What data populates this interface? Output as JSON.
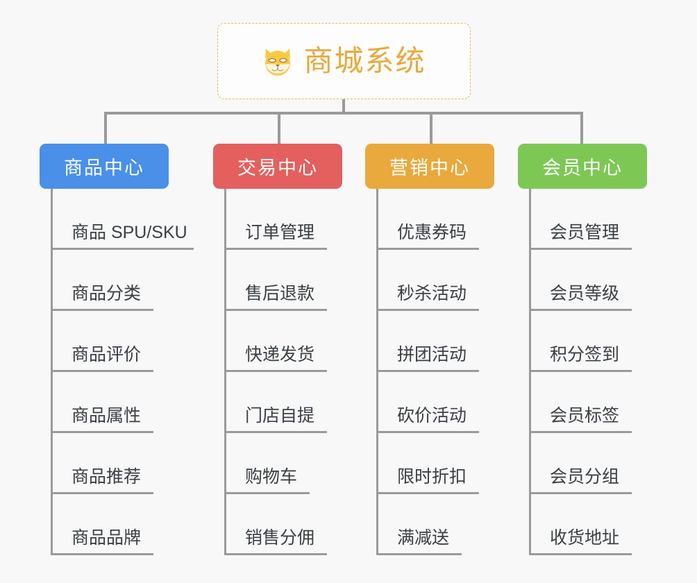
{
  "background_color": "#f8f8f9",
  "connector_color": "#9a9a9a",
  "root": {
    "title": "商城系统",
    "icon": "shiba-inu-dog-face-emoji",
    "icon_glyph": "🐕",
    "title_color": "#e8a93c",
    "border_color": "#e8b756",
    "border_style": "dashed"
  },
  "branches": [
    {
      "label": "商品中心",
      "color": "#4a90e8",
      "items": [
        {
          "label": "商品 SPU/SKU",
          "rule_width": 206
        },
        {
          "label": "商品分类",
          "rule_width": 148
        },
        {
          "label": "商品评价",
          "rule_width": 148
        },
        {
          "label": "商品属性",
          "rule_width": 148
        },
        {
          "label": "商品推荐",
          "rule_width": 148
        },
        {
          "label": "商品品牌",
          "rule_width": 148
        }
      ]
    },
    {
      "label": "交易中心",
      "color": "#e3605e",
      "items": [
        {
          "label": "订单管理",
          "rule_width": 148
        },
        {
          "label": "售后退款",
          "rule_width": 148
        },
        {
          "label": "快递发货",
          "rule_width": 148
        },
        {
          "label": "门店自提",
          "rule_width": 148
        },
        {
          "label": "购物车",
          "rule_width": 123
        },
        {
          "label": "销售分佣",
          "rule_width": 148
        }
      ]
    },
    {
      "label": "营销中心",
      "color": "#e9a93c",
      "items": [
        {
          "label": "优惠券码",
          "rule_width": 148
        },
        {
          "label": "秒杀活动",
          "rule_width": 148
        },
        {
          "label": "拼团活动",
          "rule_width": 148
        },
        {
          "label": "砍价活动",
          "rule_width": 148
        },
        {
          "label": "限时折扣",
          "rule_width": 148
        },
        {
          "label": "满减送",
          "rule_width": 123
        }
      ]
    },
    {
      "label": "会员中心",
      "color": "#7dc855",
      "items": [
        {
          "label": "会员管理",
          "rule_width": 148
        },
        {
          "label": "会员等级",
          "rule_width": 148
        },
        {
          "label": "积分签到",
          "rule_width": 148
        },
        {
          "label": "会员标签",
          "rule_width": 148
        },
        {
          "label": "会员分组",
          "rule_width": 148
        },
        {
          "label": "收货地址",
          "rule_width": 148
        }
      ]
    }
  ]
}
